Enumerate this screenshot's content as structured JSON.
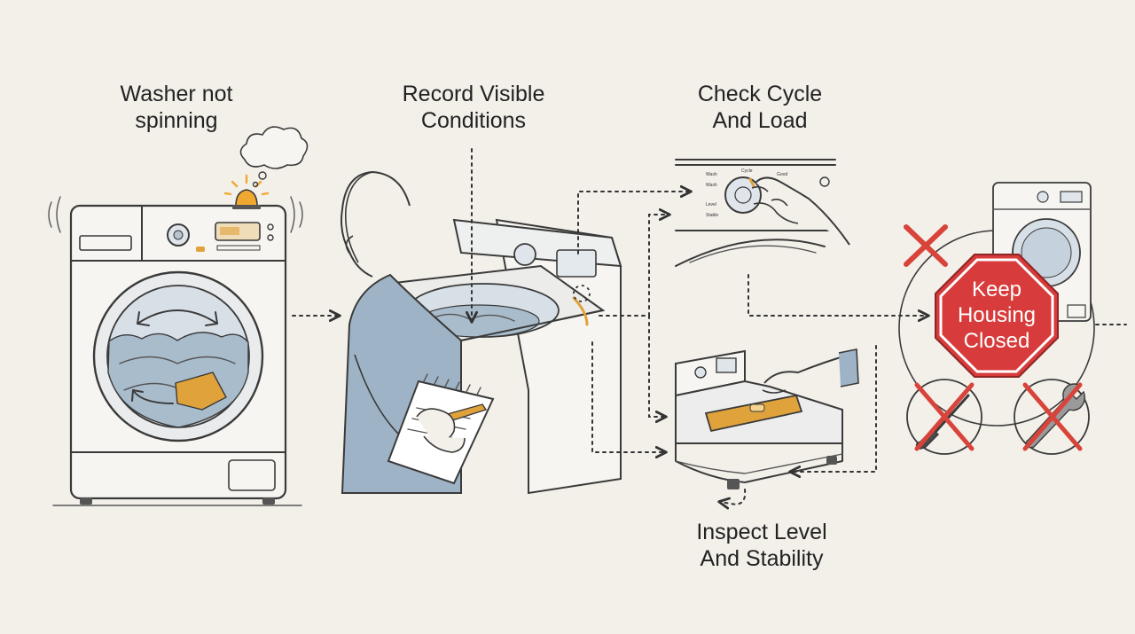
{
  "steps": {
    "washer_not_spinning": {
      "line1": "Washer not",
      "line2": "spinning"
    },
    "record_visible_conditions": {
      "line1": "Record Visible",
      "line2": "Conditions"
    },
    "check_cycle_and_load": {
      "line1": "Check Cycle",
      "line2": "And Load"
    },
    "inspect_level_and_stability": {
      "line1": "Inspect Level",
      "line2": "And Stability"
    }
  },
  "stop_sign": {
    "line1": "Keep",
    "line2": "Housing",
    "line3": "Closed"
  },
  "dial_marks": {
    "wash": "Wash",
    "cycle": "Cycle",
    "good": "Good",
    "level": "Level",
    "stable": "Stable"
  },
  "icons": [
    "washing-machine-icon",
    "alarm-light-icon",
    "thought-cloud-icon",
    "person-icon",
    "notepad-icon",
    "top-loader-icon",
    "control-dial-icon",
    "hand-icon",
    "spirit-level-icon",
    "stop-sign-icon",
    "screwdriver-icon",
    "wrench-icon",
    "cross-mark-icon",
    "flow-arrow-icon"
  ],
  "colors": {
    "background": "#f3f0ea",
    "ink": "#3a3a3a",
    "water": "#a9bccc",
    "accent": "#e0a23a",
    "stop": "#d73b3b",
    "cross": "#d8433a"
  }
}
